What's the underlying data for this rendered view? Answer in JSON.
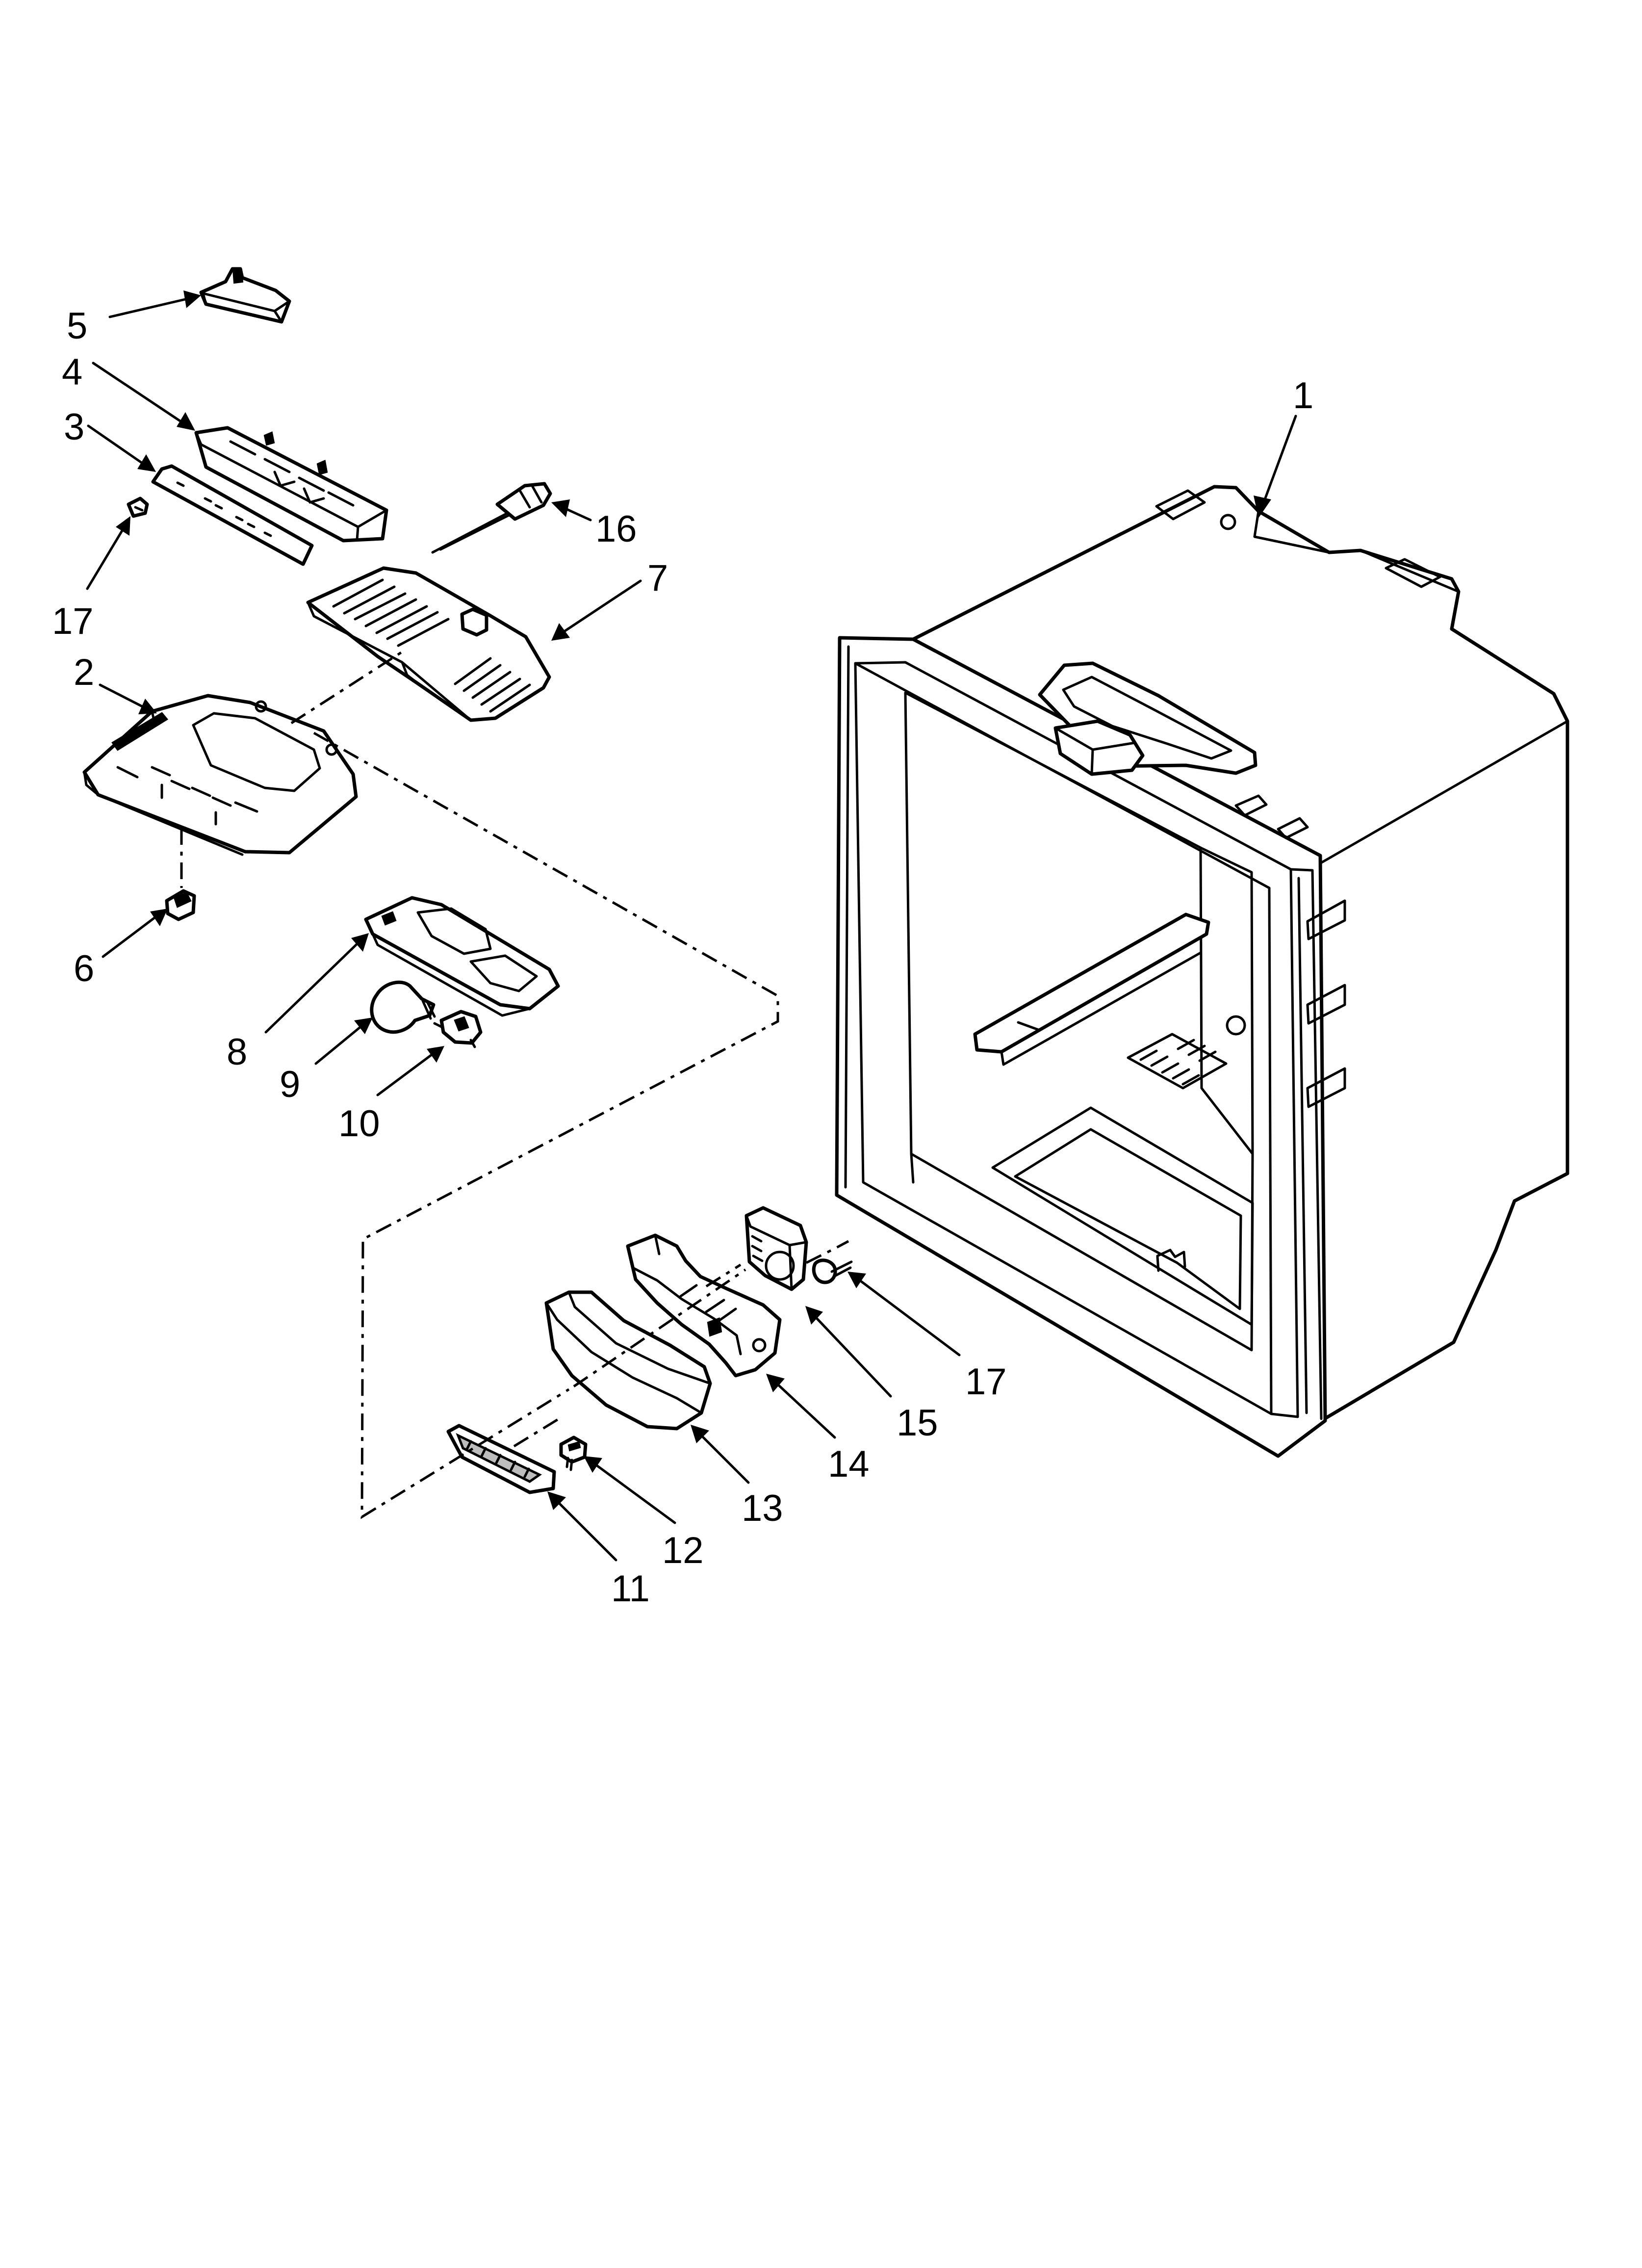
{
  "callouts": [
    {
      "id": "1",
      "label": "1"
    },
    {
      "id": "2",
      "label": "2"
    },
    {
      "id": "3",
      "label": "3"
    },
    {
      "id": "4",
      "label": "4"
    },
    {
      "id": "5",
      "label": "5"
    },
    {
      "id": "6",
      "label": "6"
    },
    {
      "id": "7",
      "label": "7"
    },
    {
      "id": "8",
      "label": "8"
    },
    {
      "id": "9",
      "label": "9"
    },
    {
      "id": "10",
      "label": "10"
    },
    {
      "id": "11",
      "label": "11"
    },
    {
      "id": "12",
      "label": "12"
    },
    {
      "id": "13",
      "label": "13"
    },
    {
      "id": "14",
      "label": "14"
    },
    {
      "id": "15",
      "label": "15"
    },
    {
      "id": "16",
      "label": "16"
    },
    {
      "id": "17a",
      "label": "17"
    },
    {
      "id": "17b",
      "label": "17"
    }
  ]
}
